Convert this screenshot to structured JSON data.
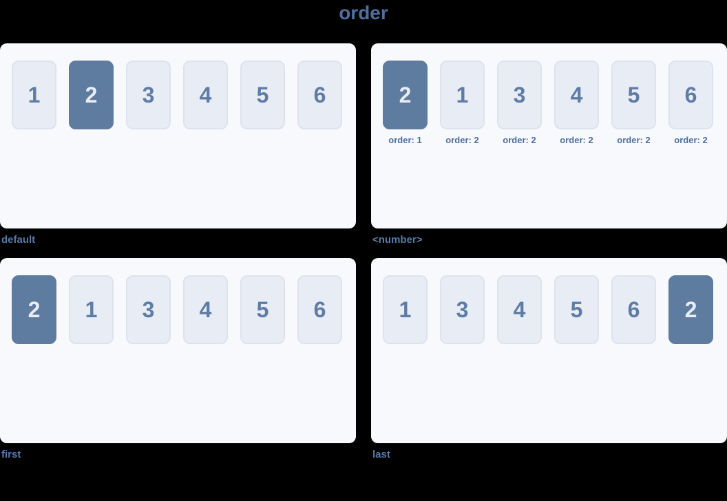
{
  "title": "order",
  "colors": {
    "page_bg": "#000000",
    "title_text": "#4d6f9f",
    "caption_text": "#5679a9",
    "panel_bg": "#f8f9fc",
    "box_bg": "#e8ecf4",
    "box_border": "#dde3ee",
    "box_text": "#5e7ca6",
    "highlight_bg": "#5e7ba0",
    "highlight_text": "#e9eef6",
    "order_label_text": "#4c6fa1"
  },
  "panels": [
    {
      "caption": "default",
      "items": [
        {
          "label": "1",
          "highlighted": false
        },
        {
          "label": "2",
          "highlighted": true
        },
        {
          "label": "3",
          "highlighted": false
        },
        {
          "label": "4",
          "highlighted": false
        },
        {
          "label": "5",
          "highlighted": false
        },
        {
          "label": "6",
          "highlighted": false
        }
      ]
    },
    {
      "caption": "<number>",
      "items": [
        {
          "label": "2",
          "highlighted": true,
          "order_label": "order: 1"
        },
        {
          "label": "1",
          "highlighted": false,
          "order_label": "order: 2"
        },
        {
          "label": "3",
          "highlighted": false,
          "order_label": "order: 2"
        },
        {
          "label": "4",
          "highlighted": false,
          "order_label": "order: 2"
        },
        {
          "label": "5",
          "highlighted": false,
          "order_label": "order: 2"
        },
        {
          "label": "6",
          "highlighted": false,
          "order_label": "order: 2"
        }
      ]
    },
    {
      "caption": "first",
      "items": [
        {
          "label": "2",
          "highlighted": true
        },
        {
          "label": "1",
          "highlighted": false
        },
        {
          "label": "3",
          "highlighted": false
        },
        {
          "label": "4",
          "highlighted": false
        },
        {
          "label": "5",
          "highlighted": false
        },
        {
          "label": "6",
          "highlighted": false
        }
      ]
    },
    {
      "caption": "last",
      "items": [
        {
          "label": "1",
          "highlighted": false
        },
        {
          "label": "3",
          "highlighted": false
        },
        {
          "label": "4",
          "highlighted": false
        },
        {
          "label": "5",
          "highlighted": false
        },
        {
          "label": "6",
          "highlighted": false
        },
        {
          "label": "2",
          "highlighted": true
        }
      ]
    }
  ]
}
